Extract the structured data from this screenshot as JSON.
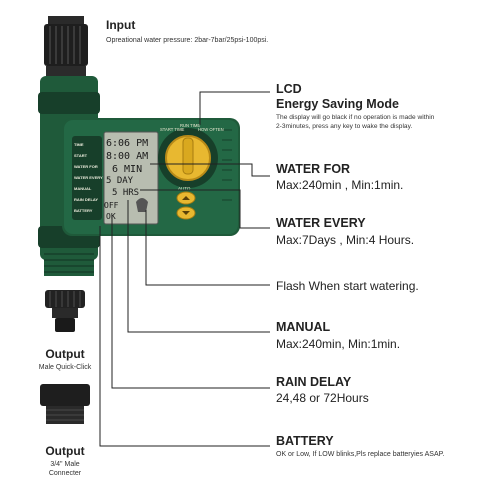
{
  "input": {
    "title": "Input",
    "desc": "Opreational water pressure: 2bar-7bar/25psi-100psi."
  },
  "lcd": {
    "title": "LCD",
    "subtitle": "Energy Saving Mode",
    "desc_line1": "The display will go black if no operation is made within",
    "desc_line2": "2-3minutes, press any key to wake the display."
  },
  "water_for": {
    "title": "WATER FOR",
    "value": "Max:240min , Min:1min."
  },
  "water_every": {
    "title": "WATER EVERY",
    "value": "Max:7Days , Min:4 Hours."
  },
  "flash": {
    "title": "Flash When start watering."
  },
  "manual": {
    "title": "MANUAL",
    "value": "Max:240min, Min:1min."
  },
  "rain_delay": {
    "title": "RAIN DELAY",
    "value": "24,48 or 72Hours"
  },
  "battery": {
    "title": "BATTERY",
    "desc": "OK or Low, If LOW blinks,Pls replace batteryies ASAP."
  },
  "output1": {
    "title": "Output",
    "desc": "Male Quick-Click"
  },
  "output2": {
    "title": "Output",
    "desc_line1": "3/4\" Male",
    "desc_line2": "Connecter"
  },
  "device": {
    "lcd_time": "6:06 PM",
    "lcd_start": "8:00 AM",
    "lcd_min": "6 MIN",
    "lcd_day": "5 DAY",
    "lcd_hrs": "5 HRS",
    "lcd_off": "OFF",
    "lcd_ok": "OK",
    "btn_labels": [
      "TIME",
      "START",
      "WATER FOR",
      "WATER EVERY",
      "MANUAL",
      "RAIN DELAY",
      "BATTERY"
    ],
    "dial_labels": [
      "START TIME",
      "RUN TIME",
      "HOW OFTEN"
    ],
    "auto": "AUTO",
    "colors": {
      "body": "#1f5a3a",
      "body_dark": "#173f2a",
      "dial": "#e8b830",
      "lcd": "#b8bdb0"
    }
  }
}
